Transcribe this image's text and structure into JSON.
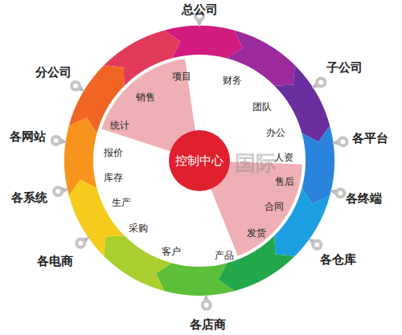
{
  "diagram": {
    "nodes": [
      {
        "text": [
          "控制中心"
        ]
      }
    ],
    "labels": [
      "总公司",
      "子公司",
      "各平台",
      "各终端",
      "各仓库",
      "各店商",
      "各电商",
      "各系统",
      "各网站",
      "分公司",
      "项目",
      "财务",
      "销售",
      "团队",
      "统计",
      "办公",
      "报价",
      "人资",
      "库存",
      "售后",
      "生产",
      "合同",
      "采购",
      "发货",
      "客户",
      "产品",
      "国际"
    ]
  }
}
